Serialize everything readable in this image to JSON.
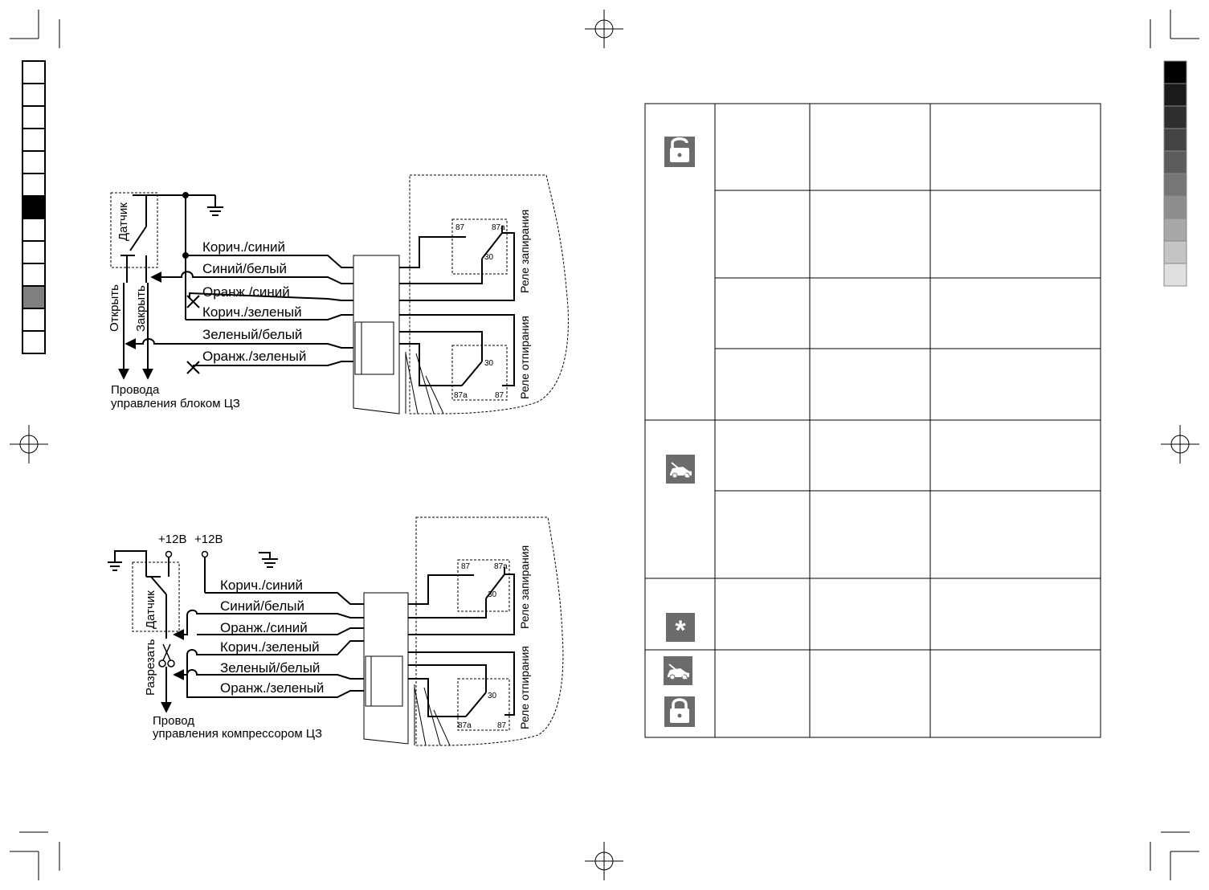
{
  "diagram1": {
    "sensor": "Датчик",
    "open": "Открыть",
    "close": "Закрыть",
    "control_line1": "Провода",
    "control_line2": "управления блоком ЦЗ",
    "wires": [
      "Корич./синий",
      "Синий/белый",
      "Оранж./синий",
      "Корич./зеленый",
      "Зеленый/белый",
      "Оранж./зеленый"
    ],
    "relay_lock": "Реле запирания",
    "relay_unlock": "Реле отпирания"
  },
  "diagram2": {
    "sensor": "Датчик",
    "cut": "Разрезать",
    "plus12_1": "+12В",
    "plus12_2": "+12В",
    "control_line1": "Провод",
    "control_line2": "управления компрессором ЦЗ",
    "wires": [
      "Корич./синий",
      "Синий/белый",
      "Оранж./синий",
      "Корич./зеленый",
      "Зеленый/белый",
      "Оранж./зеленый"
    ],
    "relay_lock": "Реле запирания",
    "relay_unlock": "Реле отпирания"
  },
  "relay_pins": {
    "p87": "87",
    "p87a": "87a",
    "p30": "30"
  },
  "table_icons": [
    "unlock-icon",
    "car-sensor-icon",
    "asterisk-icon",
    "car-sensor-icon",
    "lock-icon"
  ],
  "colors": {
    "icon_bg": "#6b6b6b",
    "swatch_black": "#000000",
    "swatch_gray": "#808080"
  }
}
